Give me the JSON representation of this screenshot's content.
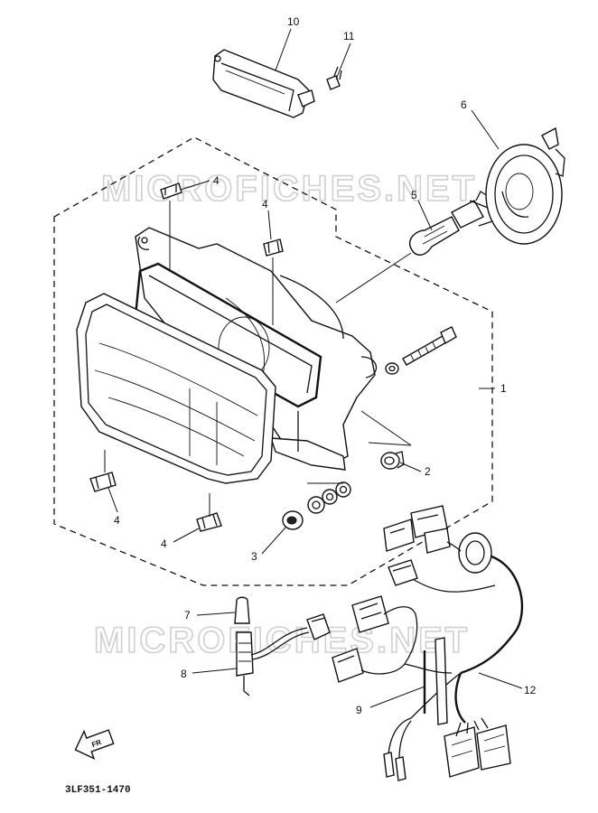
{
  "callouts": [
    {
      "id": "1",
      "label": "1"
    },
    {
      "id": "2",
      "label": "2"
    },
    {
      "id": "3",
      "label": "3"
    },
    {
      "id": "4a",
      "label": "4"
    },
    {
      "id": "4b",
      "label": "4"
    },
    {
      "id": "4c",
      "label": "4"
    },
    {
      "id": "4d",
      "label": "4"
    },
    {
      "id": "5",
      "label": "5"
    },
    {
      "id": "6",
      "label": "6"
    },
    {
      "id": "7",
      "label": "7"
    },
    {
      "id": "8",
      "label": "8"
    },
    {
      "id": "9",
      "label": "9"
    },
    {
      "id": "10",
      "label": "10"
    },
    {
      "id": "11",
      "label": "11"
    },
    {
      "id": "12",
      "label": "12"
    }
  ],
  "watermark": {
    "upper": "MICROFICHES.NET",
    "lower": "MICROFICHES.NET"
  },
  "front_arrow_label": "FR",
  "diagram_code": "3LF351-1470"
}
